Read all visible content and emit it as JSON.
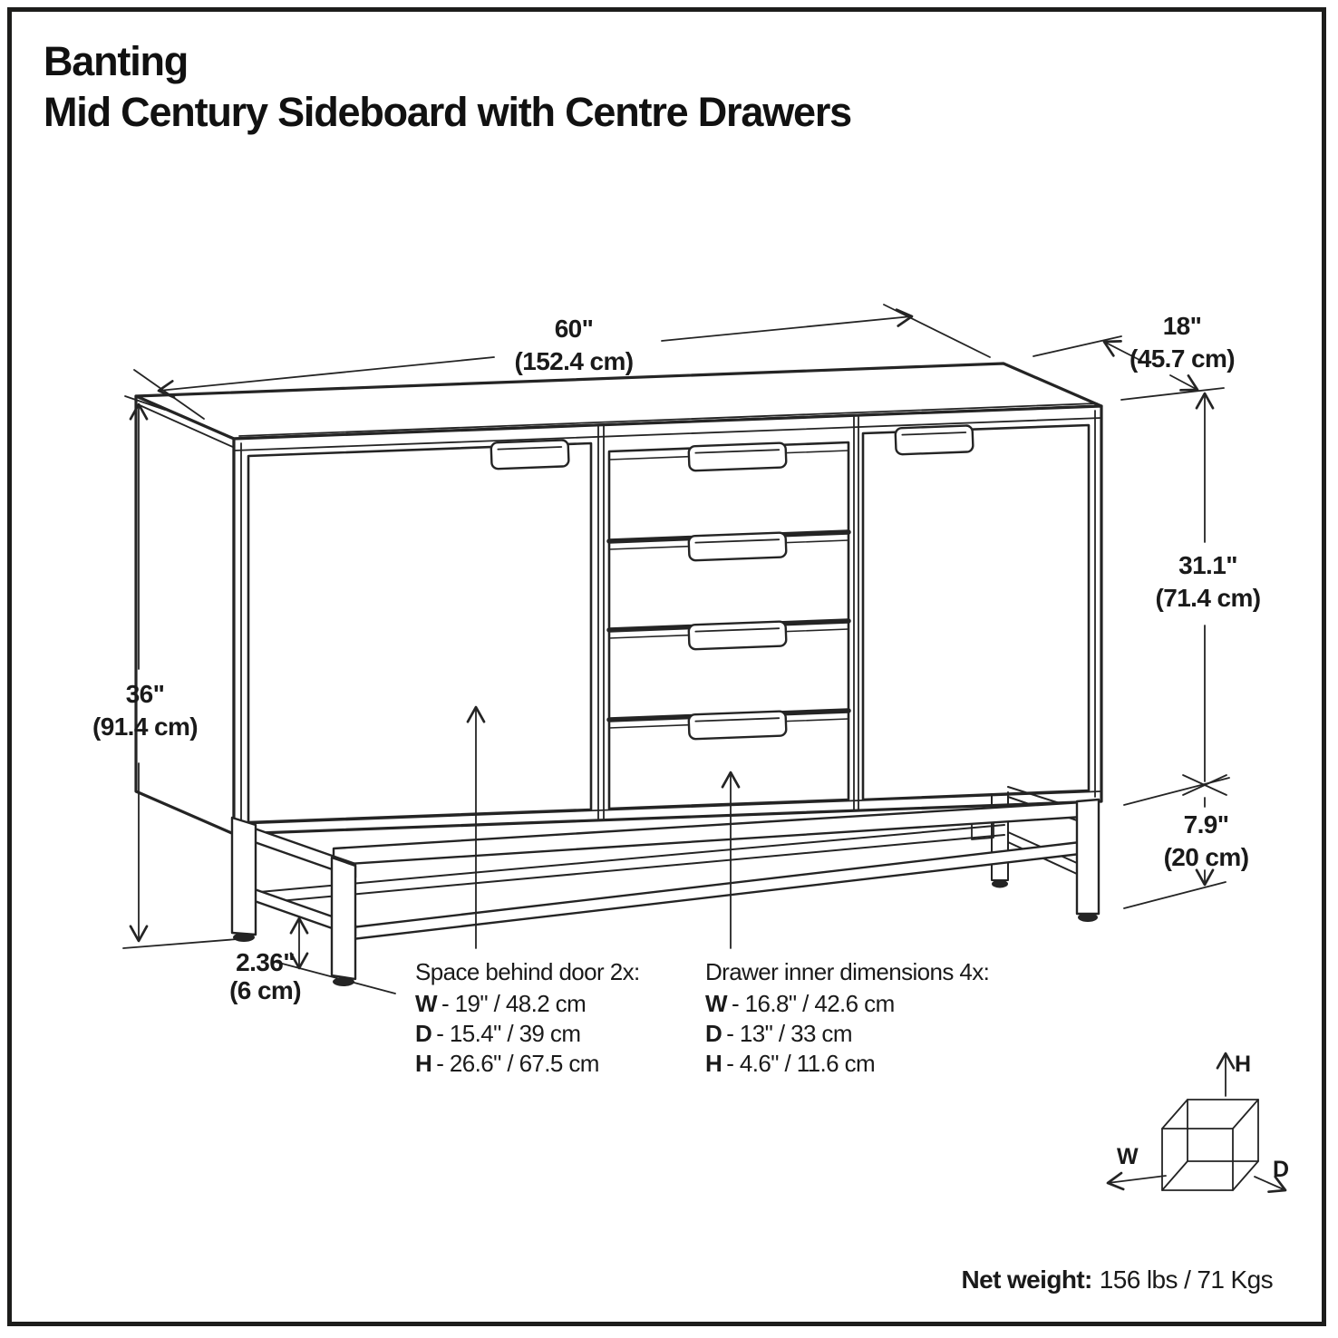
{
  "title": {
    "line1": "Banting",
    "line2": "Mid Century Sideboard with Centre Drawers"
  },
  "dimensions": {
    "width": {
      "inches": "60\"",
      "cm": "(152.4 cm)"
    },
    "depth": {
      "inches": "18\"",
      "cm": "(45.7 cm)"
    },
    "body_height": {
      "inches": "31.1\"",
      "cm": "(71.4 cm)"
    },
    "total_height": {
      "inches": "36\"",
      "cm": "(91.4 cm)"
    },
    "leg_height": {
      "inches": "7.9\"",
      "cm": "(20 cm)"
    },
    "leg_width": {
      "inches": "2.36\"",
      "cm": "(6 cm)"
    }
  },
  "annotations": {
    "door": {
      "heading": "Space behind door 2x:",
      "rows": [
        {
          "key": "W",
          "value": "- 19\" / 48.2 cm"
        },
        {
          "key": "D",
          "value": "- 15.4\" / 39 cm"
        },
        {
          "key": "H",
          "value": "- 26.6\" / 67.5 cm"
        }
      ]
    },
    "drawer": {
      "heading": "Drawer inner dimensions 4x:",
      "rows": [
        {
          "key": "W",
          "value": "- 16.8\" / 42.6 cm"
        },
        {
          "key": "D",
          "value": "- 13\" / 33 cm"
        },
        {
          "key": "H",
          "value": "- 4.6\" / 11.6 cm"
        }
      ]
    }
  },
  "axis_cube": {
    "w": "W",
    "h": "H",
    "d": "D"
  },
  "net_weight": {
    "label": "Net weight:",
    "value": "156 lbs / 71 Kgs"
  },
  "colors": {
    "line": "#242424",
    "text": "#1a1a1a",
    "background": "#ffffff"
  }
}
